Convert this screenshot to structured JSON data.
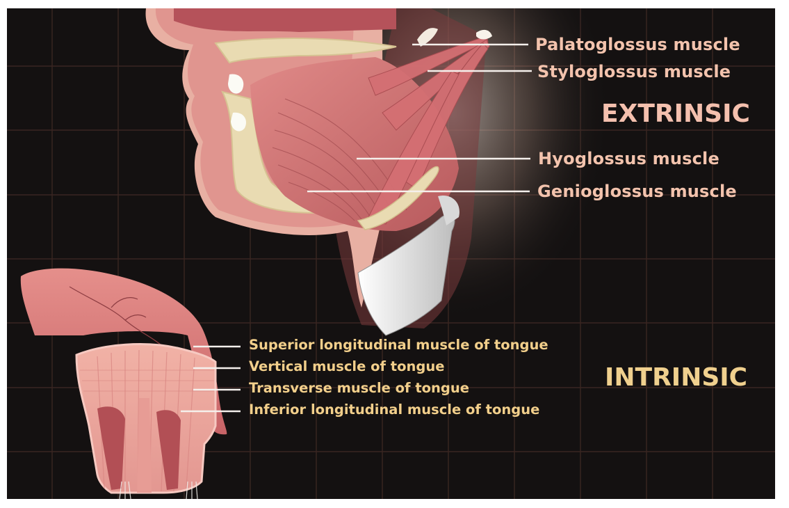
{
  "extrinsic": {
    "heading": "EXTRINSIC",
    "labels": [
      "Palatoglossus muscle",
      "Styloglossus muscle",
      "Hyoglossus muscle",
      "Genioglossus muscle"
    ]
  },
  "intrinsic": {
    "heading": "INTRINSIC",
    "labels": [
      "Superior longitudinal muscle of tongue",
      "Vertical muscle of tongue",
      "Transverse muscle of tongue",
      "Inferior longitudinal muscle of tongue"
    ]
  },
  "colors": {
    "background": "#141111",
    "grid": "#3a2622",
    "muscle": "#d9777a",
    "bone": "#e8d9b0",
    "extrinsic_text": "#f4c0ae",
    "intrinsic_text": "#f0d08e"
  }
}
